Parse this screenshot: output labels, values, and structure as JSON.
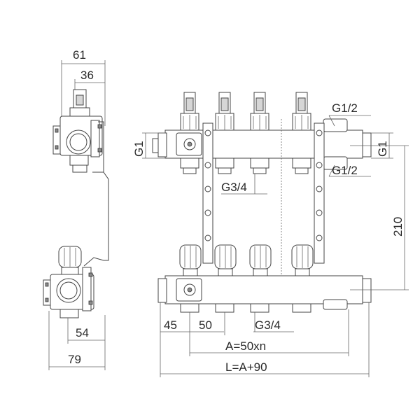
{
  "labels": {
    "side_width": "61",
    "side_inner": "36",
    "side_offset": "54",
    "side_total": "79",
    "left_thread": "G1",
    "right_thread": "G1",
    "top_port_1": "G1/2",
    "top_port_2": "G1/2",
    "upper_outlet_thread": "G3/4",
    "lower_outlet_thread": "G3/4",
    "vertical_distance": "210",
    "end_offset": "45",
    "pitch": "50",
    "a_formula": "A=50xn",
    "l_formula": "L=A+90"
  }
}
